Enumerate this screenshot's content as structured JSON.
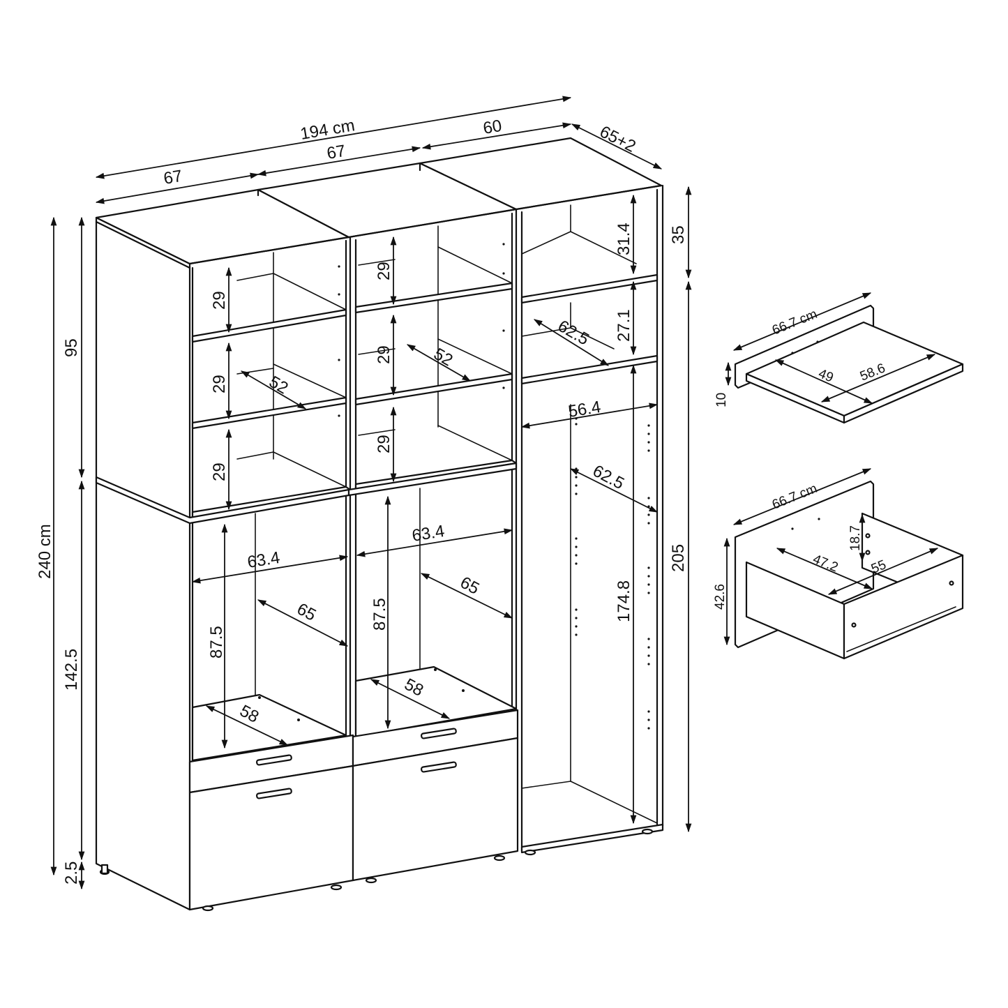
{
  "drawing": {
    "title": "Wardrobe combination dimension drawing",
    "units": "cm",
    "line_color": "#111111",
    "background": "#ffffff"
  },
  "overall": {
    "width_label": "194 cm",
    "height_label": "240 cm",
    "depth_label": "65+2"
  },
  "top_widths": {
    "left_module": "67",
    "middle_module": "67",
    "right_module": "60"
  },
  "left_heights": {
    "upper": "95",
    "lower": "142.5",
    "feet": "2.5"
  },
  "right_heights": {
    "top_box": "35",
    "wardrobe": "205"
  },
  "left_module": {
    "shelf_heights": [
      "29",
      "29",
      "29"
    ],
    "shelf_depth": "52",
    "inner_width": "63.4",
    "inner_depth": "65",
    "inner_height": "87.5",
    "base_depth": "58"
  },
  "middle_module": {
    "shelf_heights": [
      "29",
      "29",
      "29"
    ],
    "shelf_depth": "52",
    "inner_width": "63.4",
    "inner_depth": "65",
    "inner_height": "87.5",
    "base_depth": "58"
  },
  "right_module": {
    "top_box_height": "31.4",
    "shelf_height": "27.1",
    "shelf_depth": "62.5",
    "hanging_width": "56.4",
    "hanging_depth": "62.5",
    "hanging_height": "174.8"
  },
  "shelf_insert": {
    "width_label": "66.7 cm",
    "inner_width": "49",
    "depth": "58.6",
    "height": "10"
  },
  "drawer_insert": {
    "width_label": "66.7 cm",
    "inner_width": "47.2",
    "depth": "55",
    "drawer_height": "18.7",
    "panel_height": "42.6"
  }
}
